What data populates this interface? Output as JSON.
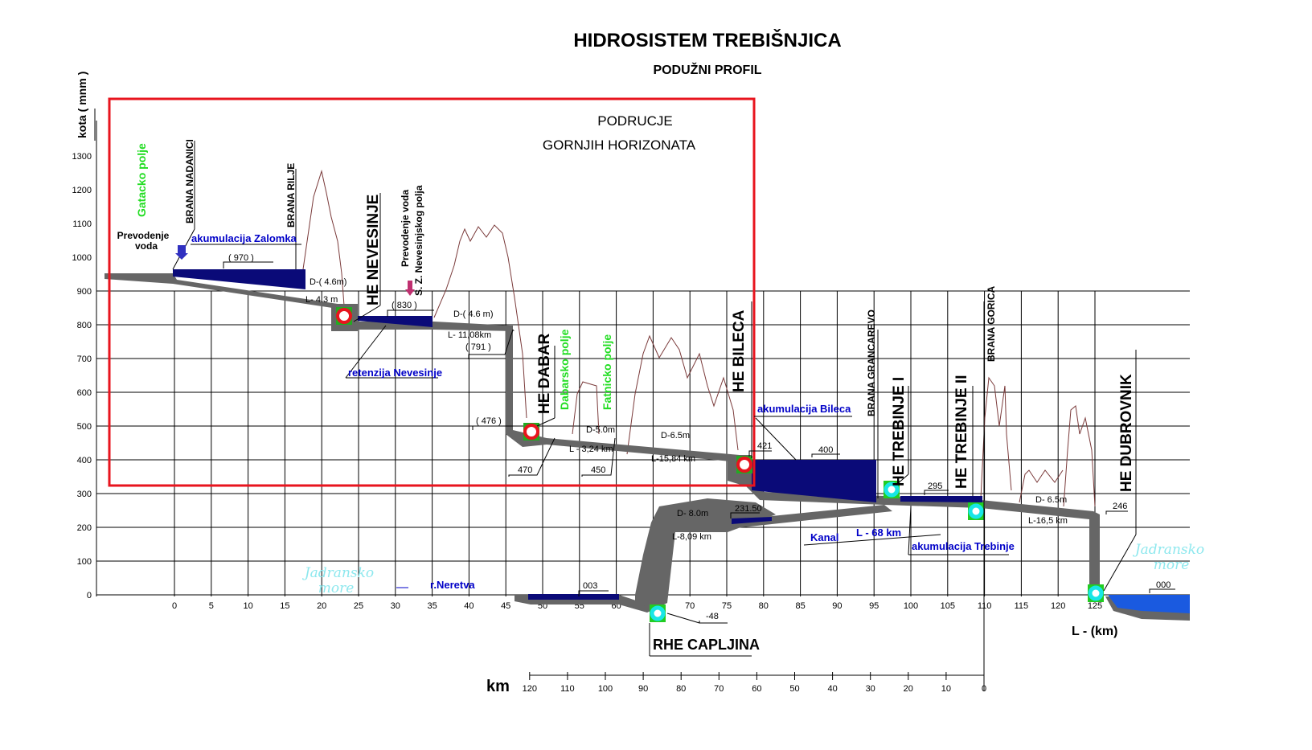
{
  "title": "HIDROSISTEM  TREBIŠNJICA",
  "subtitle": "PODUŽNI  PROFIL",
  "region_label": [
    "PODRUCJE",
    "GORNJIH HORIZONATA"
  ],
  "y_axis": {
    "label": "kota ( mnm )",
    "ticks": [
      0,
      100,
      200,
      300,
      400,
      500,
      600,
      700,
      800,
      900,
      1000,
      1100,
      1200,
      1300
    ]
  },
  "x_axis": {
    "label": "L - (km)",
    "ticks": [
      0,
      5,
      10,
      15,
      20,
      25,
      30,
      35,
      40,
      45,
      50,
      55,
      60,
      65,
      70,
      75,
      80,
      85,
      90,
      95,
      100,
      105,
      110,
      115,
      120,
      125
    ]
  },
  "km_axis": {
    "label": "km",
    "ticks": [
      120,
      110,
      100,
      90,
      80,
      70,
      60,
      50,
      40,
      30,
      20,
      10,
      0
    ]
  },
  "colors": {
    "frame": "#e8141e",
    "reservoir": "#0a0a78",
    "tunnel": "#666666",
    "station_red": "#e8141e",
    "station_cyan": "#18e6e6",
    "green": "#22dd22",
    "blue_text": "#0000c8"
  },
  "labels": {
    "gatacko": "Gatacko  polje",
    "brana_nadanici": "BRANA  NADANICI",
    "brana_rilje": "BRANA  RILJE",
    "prevodenje_1": "Prevodenje",
    "prevodenje_2": "voda",
    "zalomka": "akumulacija Zalomka",
    "he_nevesinje": "HE  NEVESINJE",
    "prev_nev_1": "Prevodenje voda",
    "prev_nev_2": "S. Z.  Nevesinjskog  polja",
    "retenzija": "retenzija  Nevesinje",
    "he_dabar": "HE  DABAR",
    "dabarsko": "Dabarsko polje",
    "fatnicko": "Fatnicko polje",
    "he_bileca": "HE  BILECA",
    "bileca": "akumulacija  Bileca",
    "brana_grancarevo": "BRANA  GRANCAREVO",
    "he_trebinje1": "HE  TREBINJE I",
    "he_trebinje2": "HE  TREBINJE II",
    "brana_gorica": "BRANA  GORICA",
    "he_dubrovnik": "HE  DUBROVNIK",
    "trebinje_akum": "akumulacija  Trebinje",
    "kanal": "Kanal",
    "kanal_l": "L - 68 km",
    "rhe_capljina": "RHE  CAPLJINA",
    "neretva": "r.Neretva",
    "sea1_a": "Jadransko",
    "sea1_b": "more",
    "sea2_a": "Jadransko",
    "sea2_b": "more"
  },
  "dimensions": {
    "d970": "( 970 )",
    "d1": "D-( 4.6m)",
    "l1": "L- 4.3 m",
    "d830": "( 830 )",
    "d2": "D-( 4.6 m)",
    "l2": "L- 11,08km",
    "d791": "( 791 )",
    "d476": "( 476 )",
    "d470": "470",
    "d3": "D-5.0m",
    "l3": "L - 3,24 km",
    "d450": "450",
    "d4": "D-6.5m",
    "l4": "L-15,84 km",
    "d421": "421",
    "d400": "400",
    "d5": "D- 8.0m",
    "l5": "L-8,09 km",
    "d231": "231.50",
    "d295": "295",
    "d6": "D- 6.5m",
    "l6": "L-16,5 km",
    "d246": "246",
    "d003": "003",
    "dm48": "-48",
    "d000": "000"
  }
}
